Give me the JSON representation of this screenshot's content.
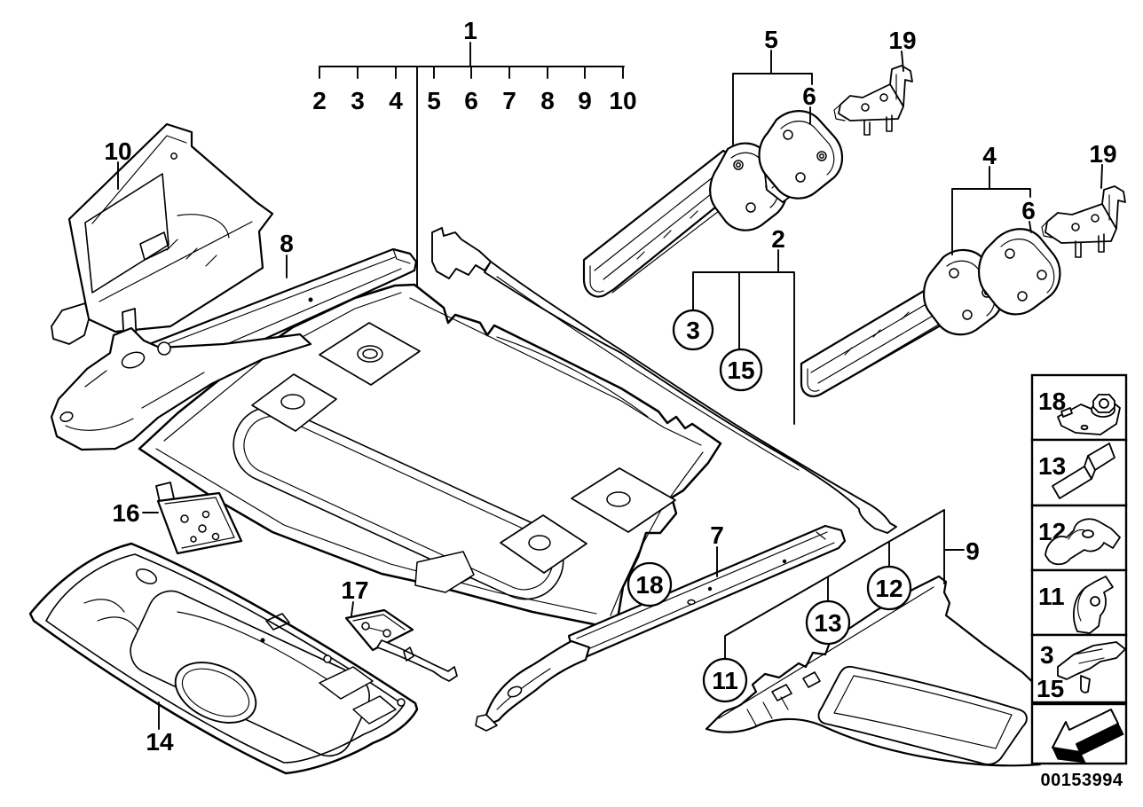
{
  "callouts": {
    "assembly": {
      "label": "1",
      "items": [
        "2",
        "3",
        "4",
        "5",
        "6",
        "7",
        "8",
        "9",
        "10"
      ]
    },
    "crashbox_left": {
      "label": "5",
      "flange": "6"
    },
    "crashbox_right": {
      "label": "4",
      "flange": "6"
    },
    "bracket_19_top": {
      "label": "19"
    },
    "bracket_19_right": {
      "label": "19"
    },
    "tray": {
      "label": "10"
    },
    "cross_member": {
      "label": "8"
    },
    "heel_plate": {
      "label": "2"
    },
    "circle_3": "3",
    "circle_15": "15",
    "bracket_16": {
      "label": "16"
    },
    "bracket_17": {
      "label": "17"
    },
    "trunk_floor": {
      "label": "14"
    },
    "rail": {
      "label": "7"
    },
    "circle_18": "18",
    "wheel_arch": {
      "label": "9"
    },
    "circle_11": "11",
    "circle_12": "12",
    "circle_13": "13"
  },
  "sidebar": {
    "rows": [
      {
        "label": "18",
        "icon": "flange-nut-bracket-icon"
      },
      {
        "label": "13",
        "icon": "z-bracket-icon"
      },
      {
        "label": "12",
        "icon": "clamp-bracket-icon"
      },
      {
        "label": "11",
        "icon": "corner-bracket-icon"
      },
      {
        "label": "3",
        "label_secondary": "15",
        "icon": "support-bracket-icon"
      },
      {
        "icon": "direction-arrow-icon"
      }
    ]
  },
  "footer": {
    "drawing_number": "00153994"
  },
  "colors": {
    "line": "#000000",
    "background": "#ffffff"
  }
}
